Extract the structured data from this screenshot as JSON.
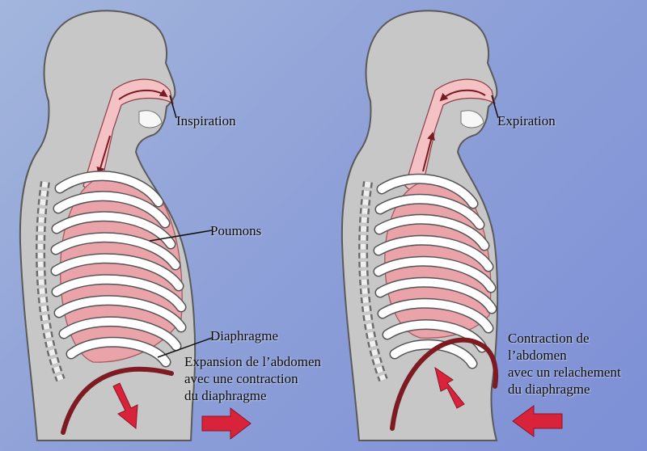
{
  "labels": {
    "inspiration": "Inspiration",
    "expiration": "Expiration",
    "poumons": "Poumons",
    "diaphragme": "Diaphragme",
    "expansion_lines": [
      "Expansion de l’abdomen",
      "avec une contraction",
      "du diaphragme"
    ],
    "contraction_lines": [
      "Contraction de",
      "l’abdomen",
      "avec un relachement",
      "du diaphragme"
    ]
  },
  "colors": {
    "background": "#8fa1d8",
    "body": "#c7c7c7",
    "body_outline": "#5a5a5a",
    "lung": "#eaa3a8",
    "rib": "#ffffff",
    "airway": "#f4c1c5",
    "diaphragm": "#7d1a22",
    "arrow": "#d8233a"
  }
}
